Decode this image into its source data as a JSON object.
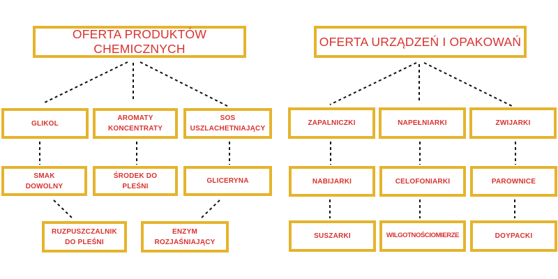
{
  "palette": {
    "box_border": "#E5B42D",
    "text_red": "#D8322E",
    "connector": "#111111",
    "background": "#FFFFFF"
  },
  "left_tree": {
    "title": "OFERTA PRODUKTÓW CHEMICZNYCH",
    "level1": [
      "GLIKOL",
      "AROMATY\nKONCENTRATY",
      "SOS\nUSZLACHETNIAJĄCY"
    ],
    "level2": [
      "SMAK\nDOWOLNY",
      "ŚRODEK DO\nPLEŚNI",
      "GLICERYNA"
    ],
    "level3": [
      "RUZPUSZCZALNIK\nDO PLEŚNI",
      "ENZYM\nROZJAŚNIAJĄCY"
    ]
  },
  "right_tree": {
    "title": "OFERTA URZĄDZEŃ I OPAKOWAŃ",
    "level1": [
      "ZAPALNICZKI",
      "NAPEŁNIARKI",
      "ZWIJARKI"
    ],
    "level2": [
      "NABIJARKI",
      "CELOFONIARKI",
      "PAROWNICE"
    ],
    "level3": [
      "SUSZARKI",
      "WILGOTNOŚCIOMIERZE",
      "DOYPACKI"
    ]
  }
}
